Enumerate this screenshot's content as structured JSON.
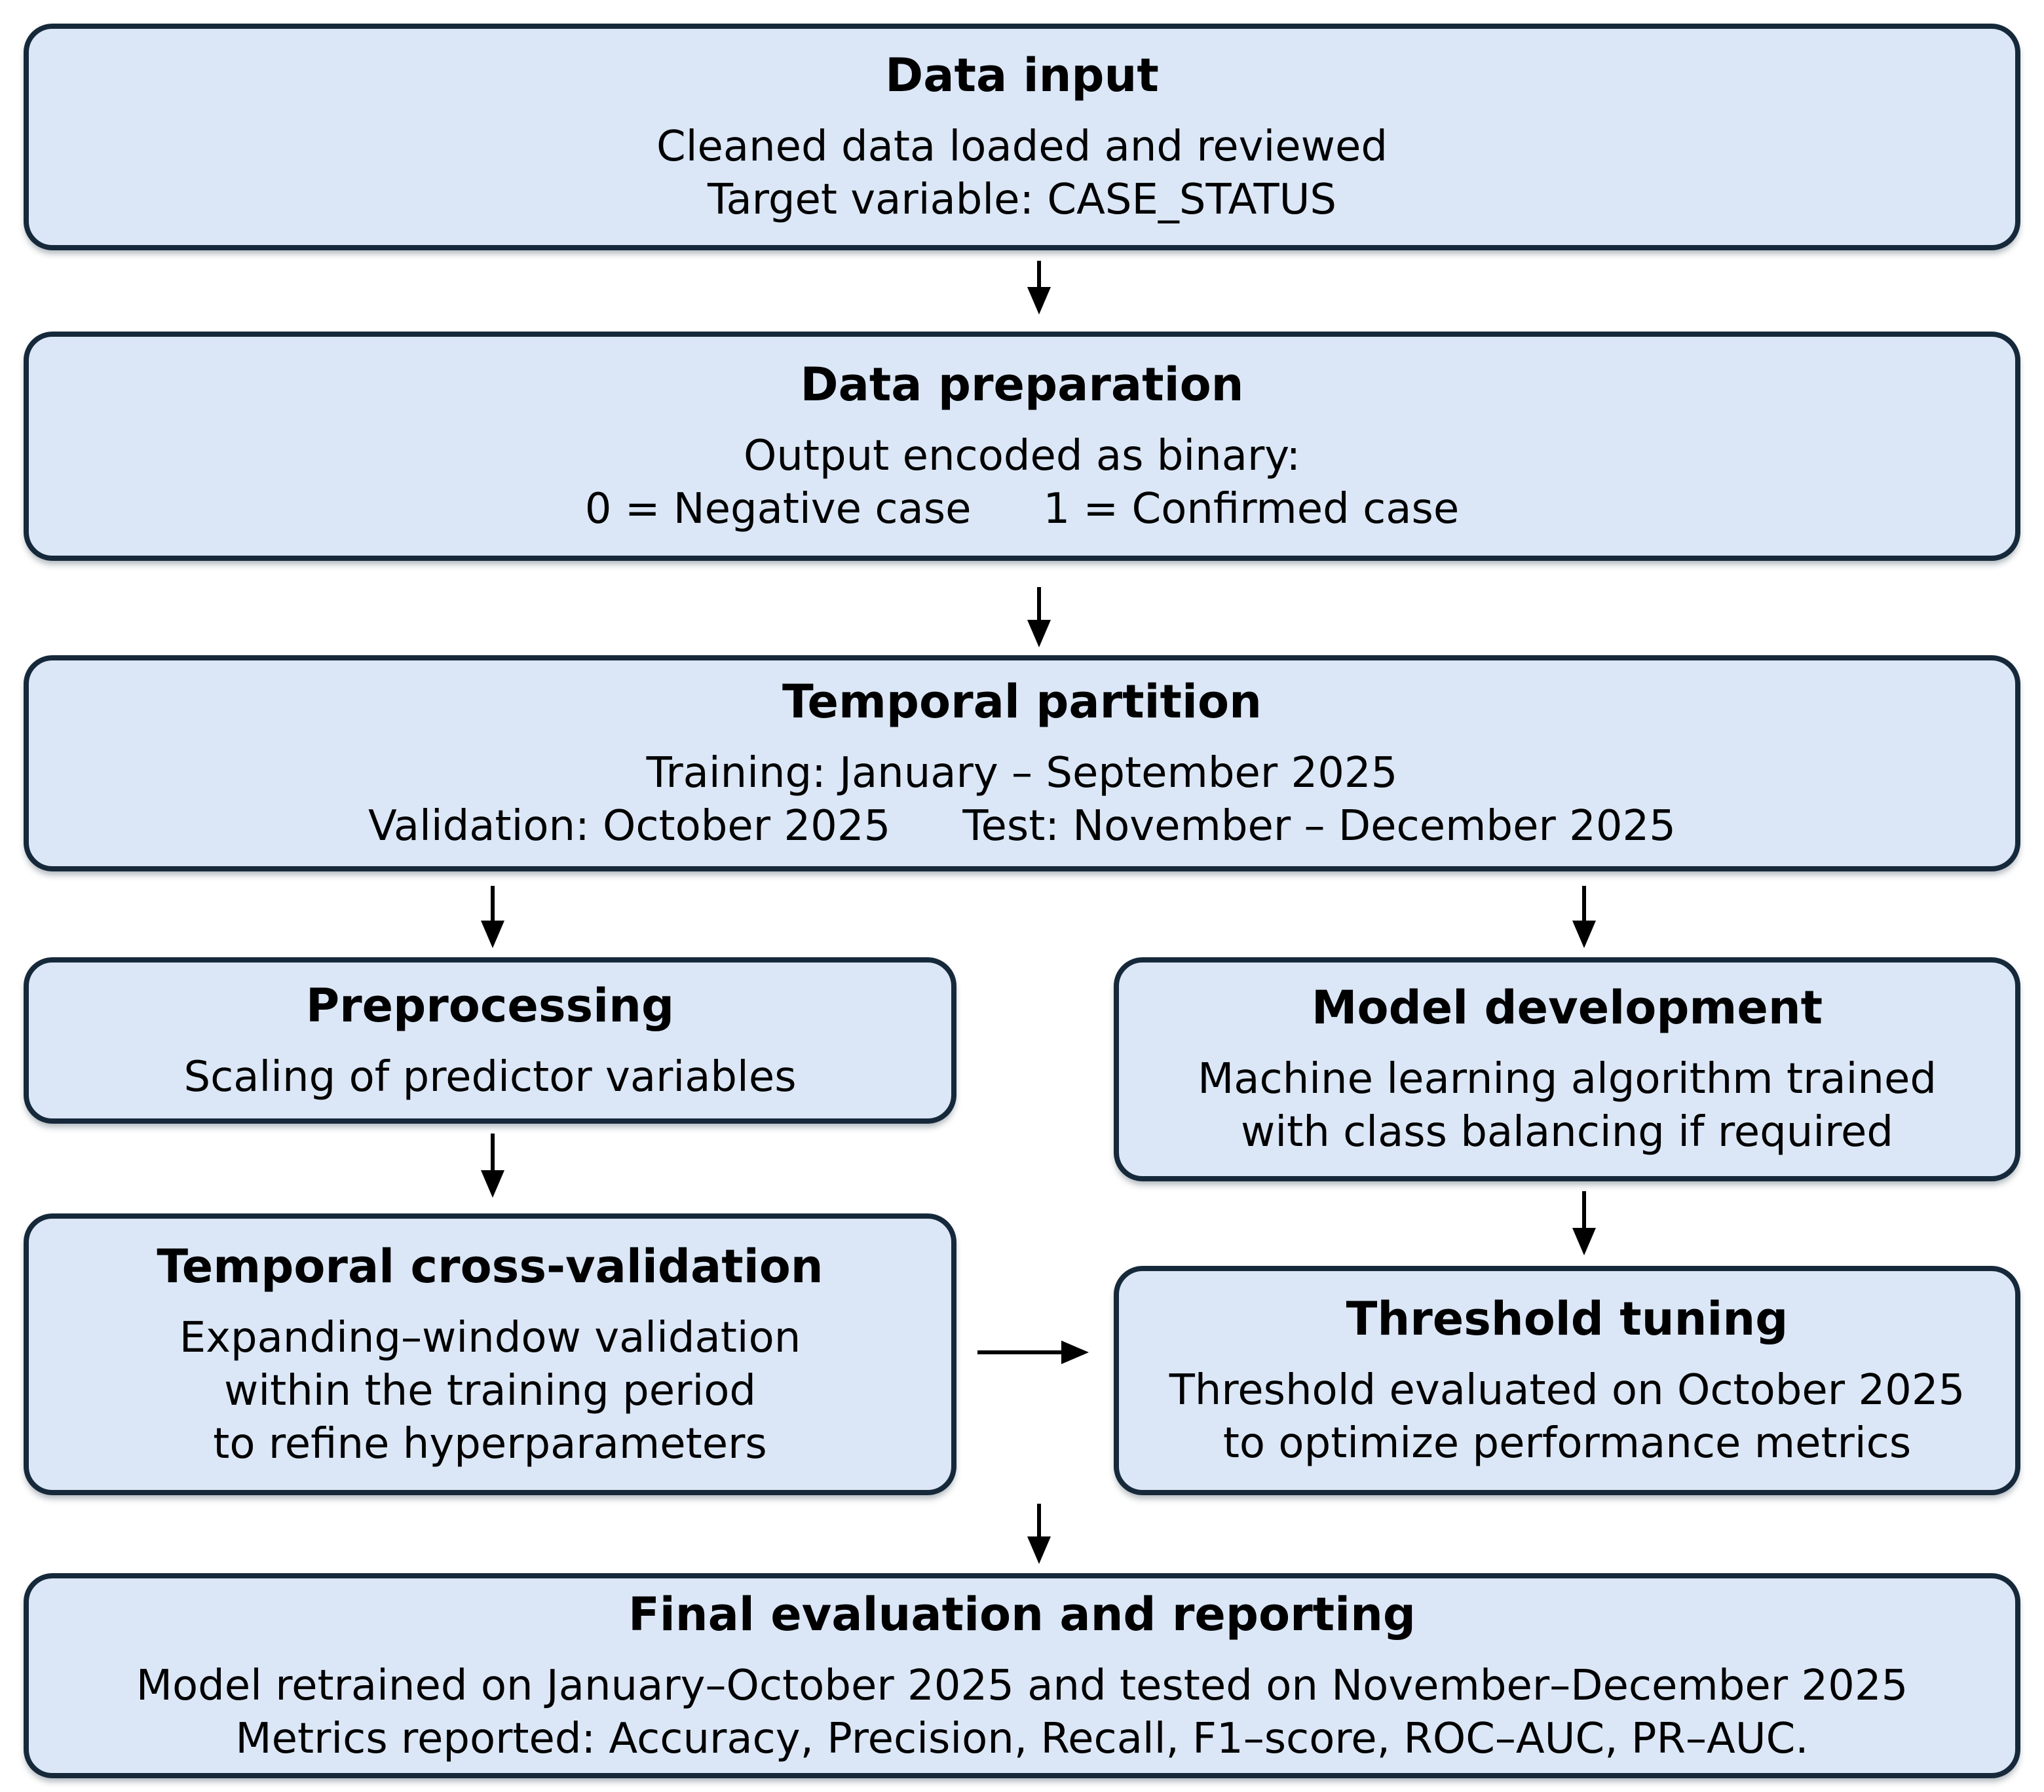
{
  "colors": {
    "background": "#ffffff",
    "box_fill": "#dbe7f6",
    "box_border": "#16293b",
    "text": "#000000",
    "arrow": "#000000"
  },
  "boxes": {
    "data_input": {
      "title": "Data input",
      "line1": "Cleaned data loaded and reviewed",
      "line2": "Target variable: CASE_STATUS"
    },
    "data_preparation": {
      "title": "Data preparation",
      "line1": "Output encoded as binary:",
      "line2a": "0 = Negative case",
      "line2b": "1 = Confirmed case"
    },
    "temporal_partition": {
      "title": "Temporal partition",
      "line1": "Training: January – September 2025",
      "line2a": "Validation: October 2025",
      "line2b": "Test: November – December 2025"
    },
    "preprocessing": {
      "title": "Preprocessing",
      "line1": "Scaling of predictor variables"
    },
    "model_development": {
      "title": "Model development",
      "line1": "Machine learning algorithm trained",
      "line2": "with class balancing if required"
    },
    "temporal_cross_validation": {
      "title": "Temporal cross-validation",
      "line1": "Expanding–window validation",
      "line2": "within the training period",
      "line3": "to refine hyperparameters"
    },
    "threshold_tuning": {
      "title": "Threshold tuning",
      "line1": "Threshold evaluated on October 2025",
      "line2": "to optimize performance metrics"
    },
    "final_evaluation": {
      "title": "Final evaluation and reporting",
      "line1": "Model retrained on January–October 2025 and tested on November–December 2025",
      "line2": "Metrics reported: Accuracy, Precision, Recall, F1–score, ROC–AUC, PR–AUC."
    }
  }
}
